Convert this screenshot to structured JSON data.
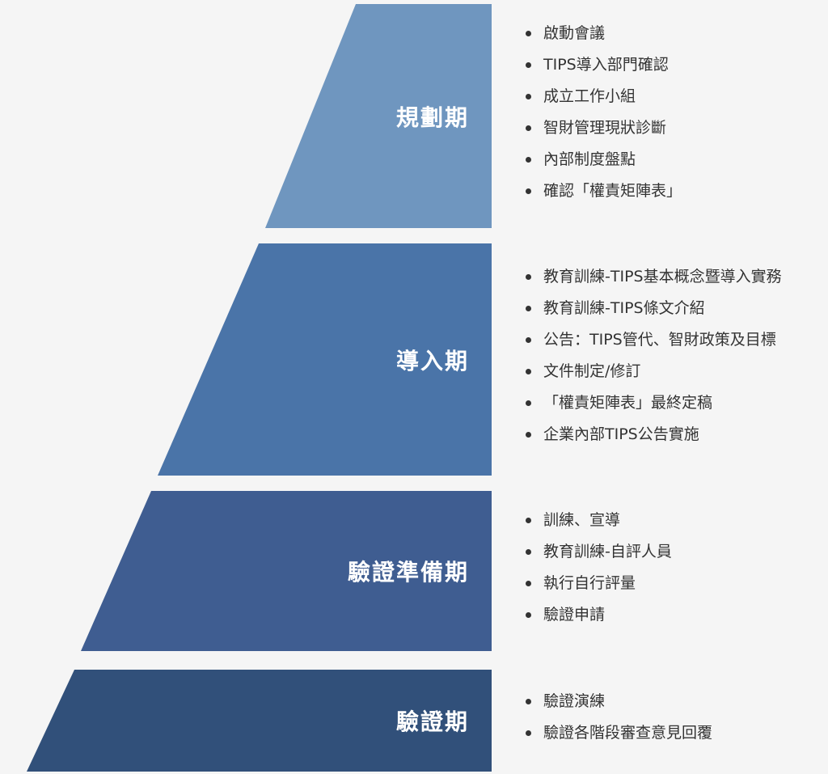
{
  "tiers": [
    {
      "label": "規劃期",
      "color": "#6f96bf",
      "items": [
        "啟動會議",
        "TIPS導入部門確認",
        "成立工作小組",
        "智財管理現狀診斷",
        "內部制度盤點",
        "確認「權責矩陣表」"
      ]
    },
    {
      "label": "導入期",
      "color": "#4a74a8",
      "items": [
        "教育訓練-TIPS基本概念暨導入實務",
        "教育訓練-TIPS條文介紹",
        "公告：TIPS管代、智財政策及目標",
        "文件制定/修訂",
        "「權責矩陣表」最終定稿",
        "企業內部TIPS公告實施"
      ]
    },
    {
      "label": "驗證準備期",
      "color": "#3f5d91",
      "items": [
        "訓練、宣導",
        "教育訓練-自評人員",
        "執行自行評量",
        "驗證申請"
      ]
    },
    {
      "label": "驗證期",
      "color": "#31507a",
      "items": [
        "驗證演練",
        "驗證各階段審查意見回覆"
      ]
    }
  ]
}
